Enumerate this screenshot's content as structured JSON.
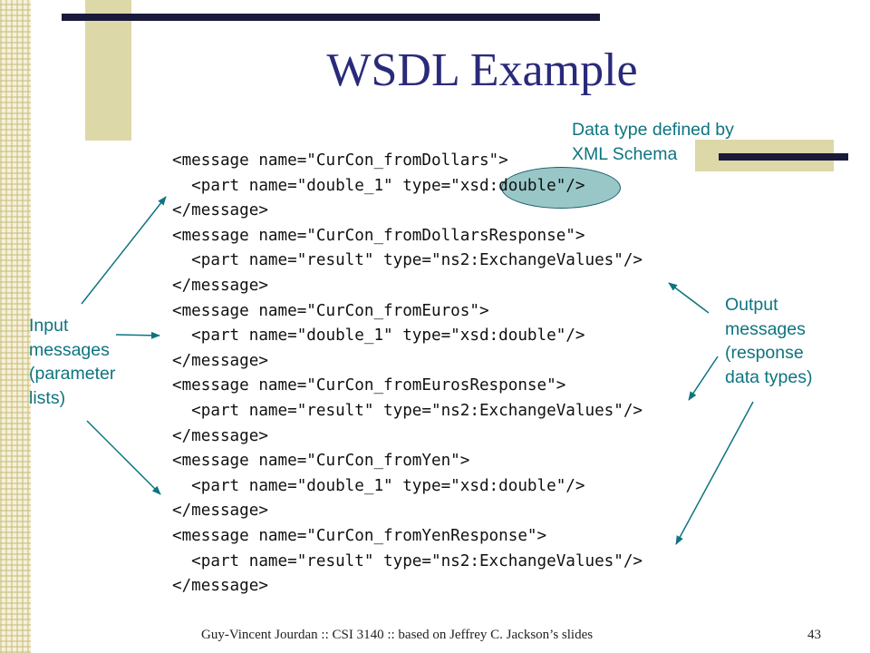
{
  "slide": {
    "title": "WSDL Example",
    "footer": "Guy-Vincent Jourdan :: CSI 3140 :: based on Jeffrey C. Jackson’s slides",
    "page_number": "43"
  },
  "code_lines": [
    "<message name=\"CurCon_fromDollars\">",
    "  <part name=\"double_1\" type=\"xsd:double\"/>",
    "</message>",
    "<message name=\"CurCon_fromDollarsResponse\">",
    "  <part name=\"result\" type=\"ns2:ExchangeValues\"/>",
    "</message>",
    "<message name=\"CurCon_fromEuros\">",
    "  <part name=\"double_1\" type=\"xsd:double\"/>",
    "</message>",
    "<message name=\"CurCon_fromEurosResponse\">",
    "  <part name=\"result\" type=\"ns2:ExchangeValues\"/>",
    "</message>",
    "<message name=\"CurCon_fromYen\">",
    "  <part name=\"double_1\" type=\"xsd:double\"/>",
    "</message>",
    "<message name=\"CurCon_fromYenResponse\">",
    "  <part name=\"result\" type=\"ns2:ExchangeValues\"/>",
    "</message>"
  ],
  "annotations": {
    "data_type": [
      "Data type defined by",
      "XML Schema"
    ],
    "input": [
      "Input",
      "messages",
      "(parameter",
      "lists)"
    ],
    "output": [
      "Output",
      "messages",
      "(response",
      "data types)"
    ]
  },
  "colors": {
    "title": "#2a2a7a",
    "annotation": "#0e7480",
    "highlight": "#6eafaf"
  }
}
